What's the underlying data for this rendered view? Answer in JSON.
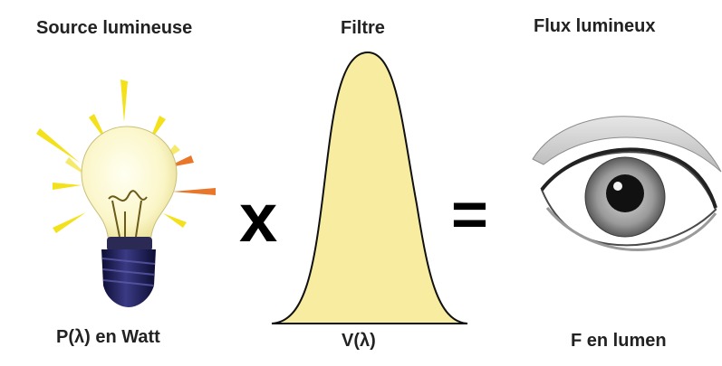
{
  "source": {
    "title": "Source lumineuse",
    "caption": "P(λ) en Watt",
    "icon": "light-bulb-icon"
  },
  "filter": {
    "title": "Filtre",
    "caption": "V(λ)",
    "fill_color": "#f7ec9f",
    "stroke_color": "#111111"
  },
  "flux": {
    "title": "Flux lumineux",
    "caption": "F en lumen",
    "icon": "eye-icon"
  },
  "operators": {
    "times": "x",
    "equals": "="
  },
  "colors": {
    "text": "#222222",
    "ray_yellow": "#f5e31a",
    "ray_orange": "#e8762b",
    "bulb_base": "#1e1e5a"
  }
}
